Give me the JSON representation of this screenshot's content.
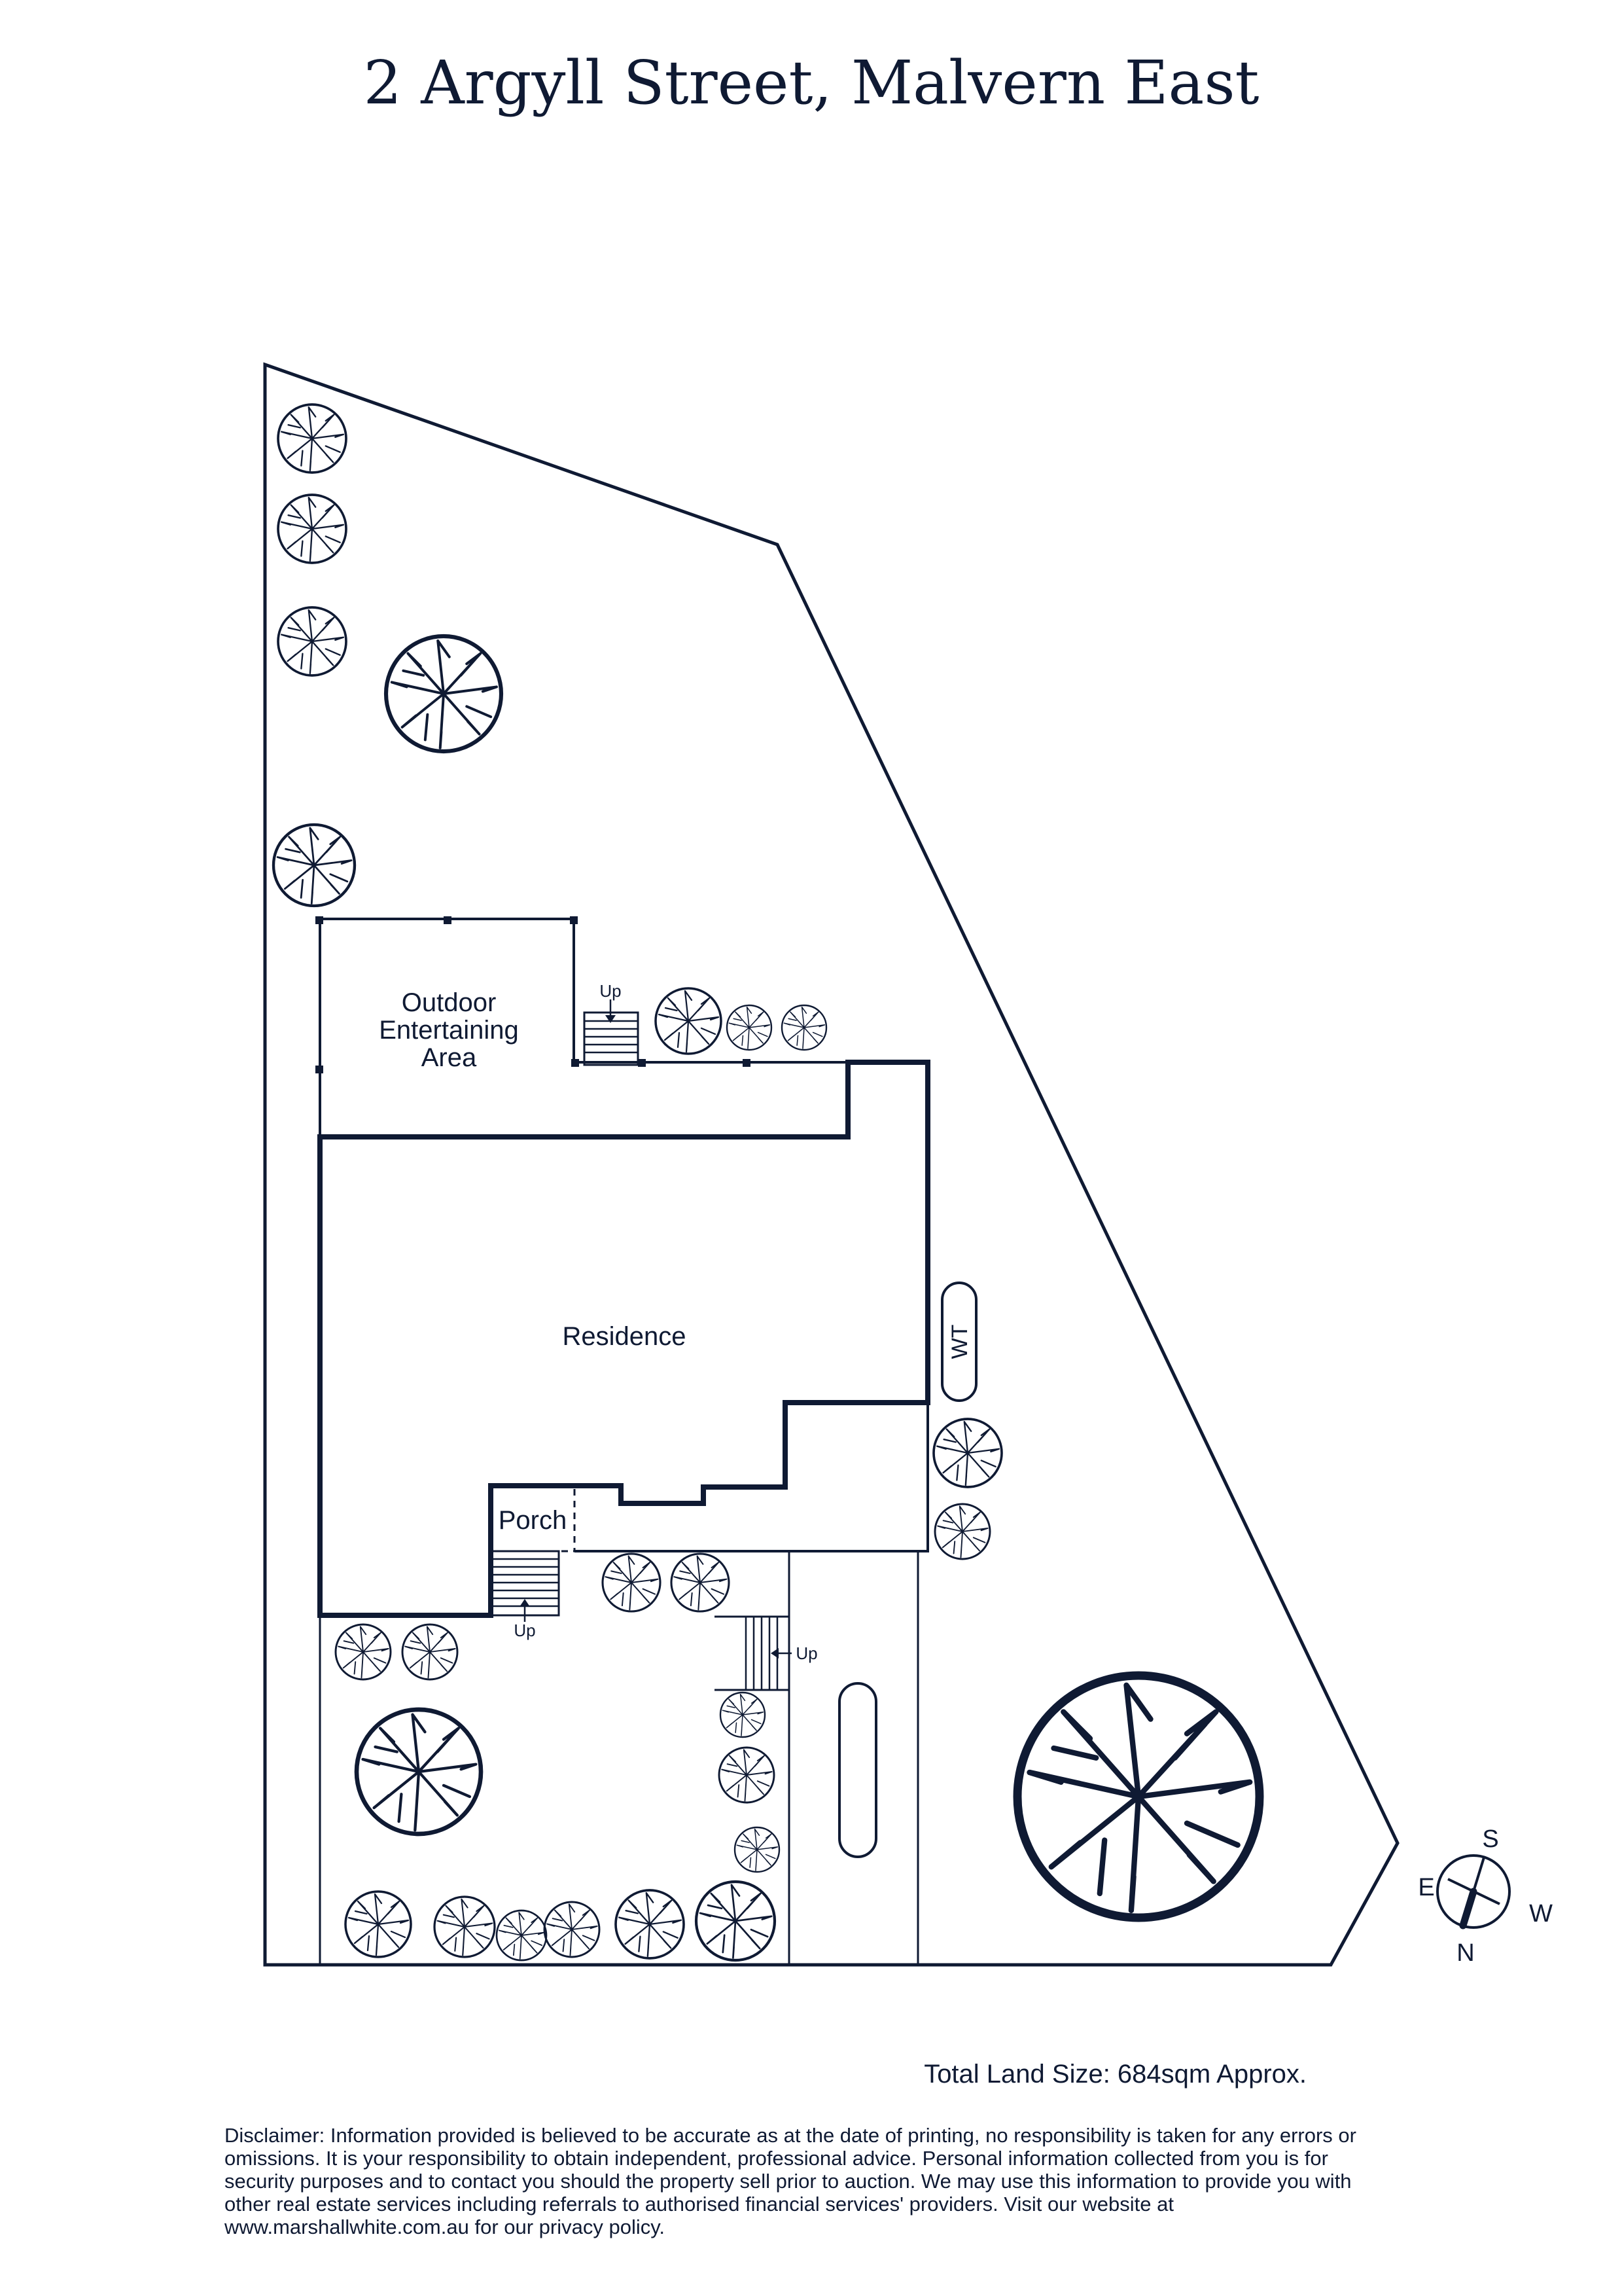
{
  "title": "2 Argyll Street, Malvern East",
  "labels": {
    "outdoor_line1": "Outdoor",
    "outdoor_line2": "Entertaining",
    "outdoor_line3": "Area",
    "residence": "Residence",
    "porch": "Porch",
    "water_tank": "WT",
    "stairs_up": "Up"
  },
  "compass": {
    "north": "N",
    "south": "S",
    "east": "E",
    "west": "W"
  },
  "land_size": "Total Land Size: 684sqm Approx.",
  "disclaimer": "Disclaimer: Information provided is believed to be accurate as at the date of printing, no responsibility is taken for any errors or omissions. It is your responsibility to obtain independent, professional advice. Personal information collected from you is for security purposes and to contact you should the property sell prior to auction. We may use this information to provide you with other real estate services including referrals to authorised financial services' providers. Visit our website at www.marshallwhite.com.au for our privacy policy.",
  "colors": {
    "line": "#0f1a33",
    "background": "#ffffff"
  },
  "icons": [
    "tree-icon",
    "compass-icon",
    "stairs-icon",
    "arrow-icon"
  ]
}
